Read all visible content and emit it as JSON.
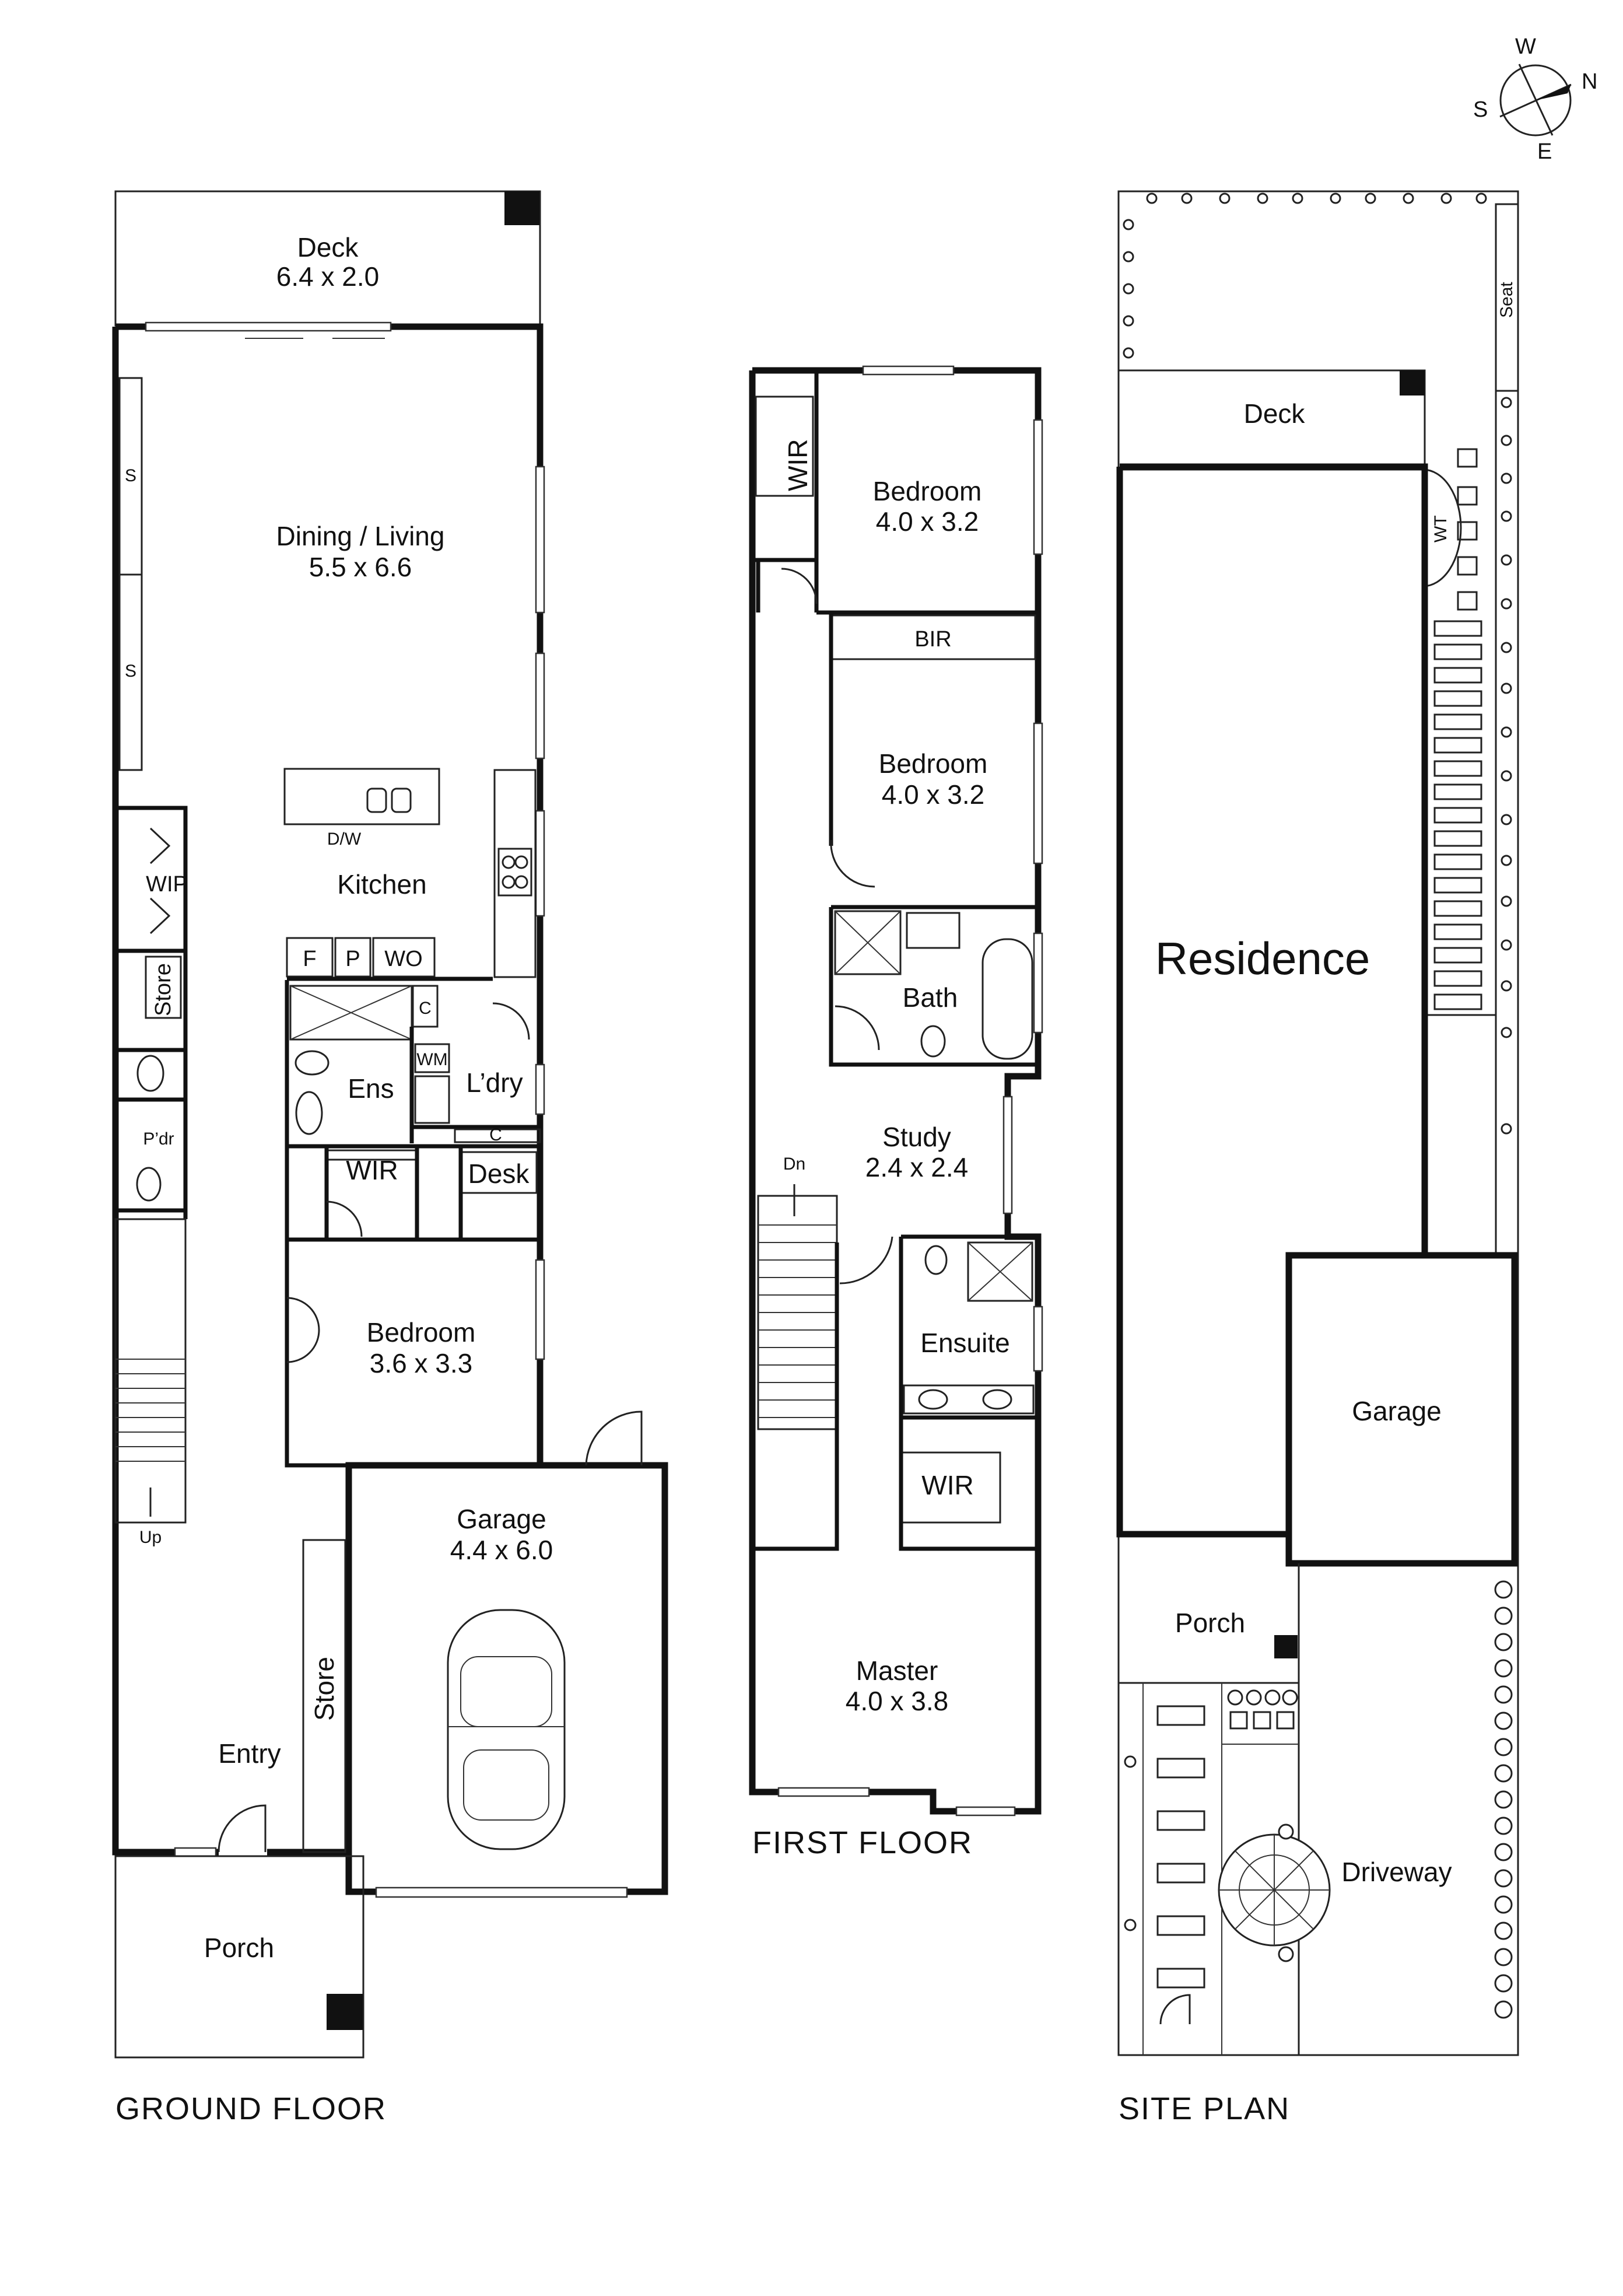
{
  "compass": {
    "w": "W",
    "n": "N",
    "s": "S",
    "e": "E"
  },
  "ground_floor": {
    "title": "GROUND FLOOR",
    "deck_name": "Deck",
    "deck_size": "6.4 x 2.0",
    "dining_name": "Dining / Living",
    "dining_size": "5.5 x 6.6",
    "shelf_s": "S",
    "wip": "WIP",
    "kitchen": "Kitchen",
    "dw": "D/W",
    "store": "Store",
    "f": "F",
    "p": "P",
    "wo": "WO",
    "c": "C",
    "ens": "Ens",
    "wm": "WM",
    "ldry": "L’dry",
    "pdr": "P’dr",
    "wir": "WIR",
    "desk": "Desk",
    "bedroom_name": "Bedroom",
    "bedroom_size": "3.6 x 3.3",
    "garage_name": "Garage",
    "garage_size": "4.4 x 6.0",
    "up": "Up",
    "entry": "Entry",
    "porch": "Porch"
  },
  "first_floor": {
    "title": "FIRST FLOOR",
    "wir": "WIR",
    "bed1_name": "Bedroom",
    "bed1_size": "4.0 x 3.2",
    "bir": "BIR",
    "bed2_name": "Bedroom",
    "bed2_size": "4.0 x 3.2",
    "bath": "Bath",
    "study_name": "Study",
    "study_size": "2.4 x 2.4",
    "dn": "Dn",
    "ensuite": "Ensuite",
    "wir2": "WIR",
    "master_name": "Master",
    "master_size": "4.0 x 3.8"
  },
  "site_plan": {
    "title": "SITE PLAN",
    "seat": "Seat",
    "deck": "Deck",
    "wt": "WT",
    "residence": "Residence",
    "garage": "Garage",
    "porch": "Porch",
    "driveway": "Driveway"
  }
}
